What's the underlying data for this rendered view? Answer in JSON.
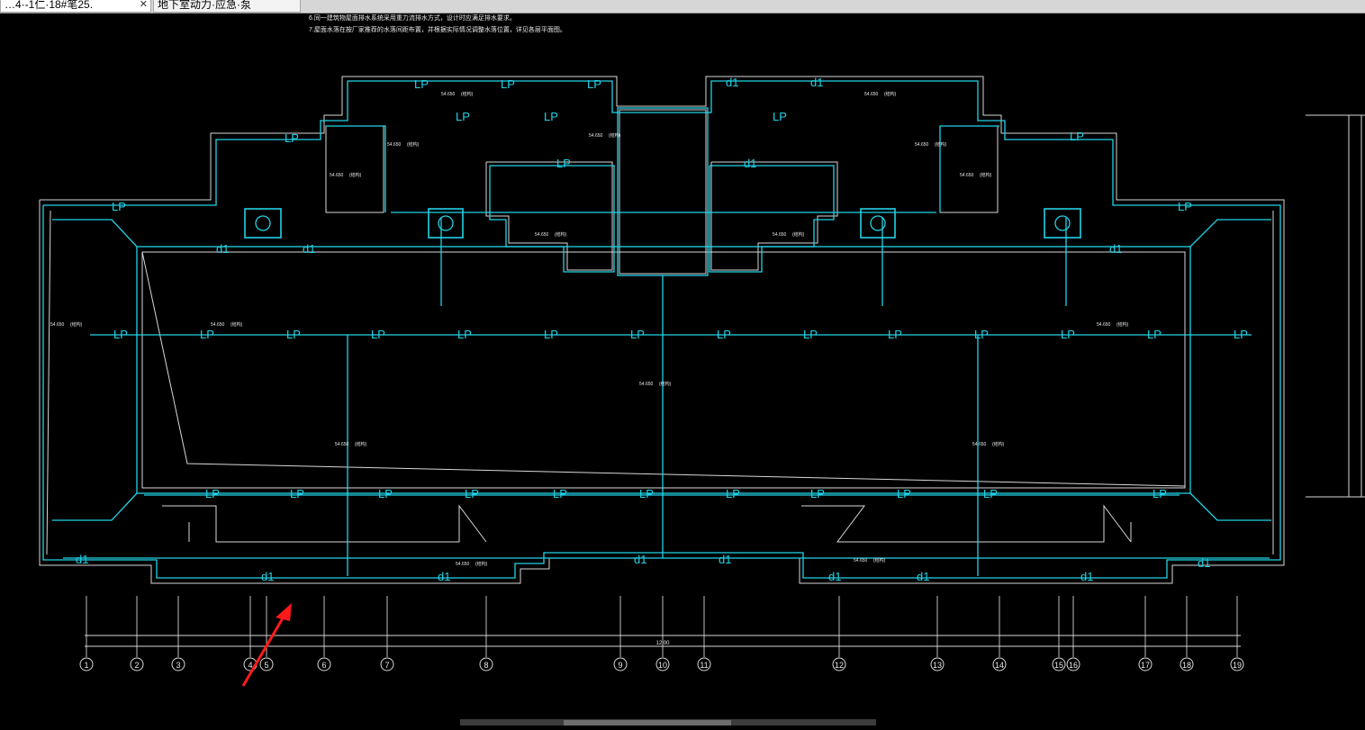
{
  "tabs": [
    {
      "label": "…4·-1仁·18#笔25.",
      "active": true
    },
    {
      "label": "地下室动力·应急·泵",
      "active": false
    }
  ],
  "tab_close_glyph": "✕",
  "colors": {
    "background": "#000000",
    "cyan": "#22d3e6",
    "white": "#e8e8e8",
    "arrow": "#ff1a1a"
  },
  "notes": [
    "6.同一建筑物屋面排水系统采用重力流排水方式，设计时应满足排水要求。",
    "7.屋面水落在按厂家推荐的水落间距布置，并根据实际情况调整水落位置，详见各层平面图。"
  ],
  "drawing": {
    "pipe_label": "LP",
    "downpipe_label": "d1",
    "level_label": "54.650",
    "level_note": "(结构)",
    "grid_axes": [
      "1",
      "2",
      "3",
      "4",
      "5",
      "6",
      "7",
      "8",
      "9",
      "10",
      "11",
      "12",
      "13",
      "14",
      "15",
      "16",
      "17",
      "18",
      "19"
    ],
    "total_dimension": "12.00"
  }
}
